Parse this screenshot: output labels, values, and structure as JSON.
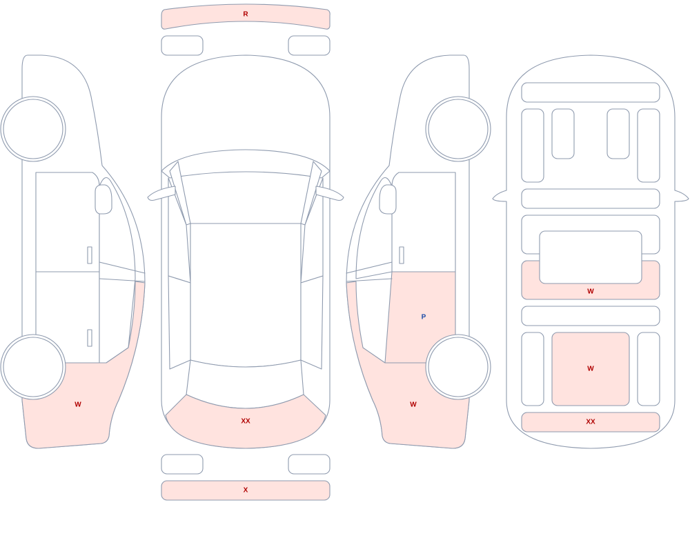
{
  "colors": {
    "outline": "#8e9aae",
    "part_fill": "#ffffff",
    "damaged_fill": "#ffe3df",
    "label_default": "#b00000",
    "label_paint": "#1f4ea8"
  },
  "labels": {
    "rear_bumper_top": "R",
    "left_rear_quarter": "W",
    "front_hood": "XX",
    "front_bumper_bottom": "X",
    "right_rear_door": "P",
    "right_rear_quarter": "W",
    "underside_rear": "W",
    "underside_center": "W",
    "underside_front": "XX"
  }
}
